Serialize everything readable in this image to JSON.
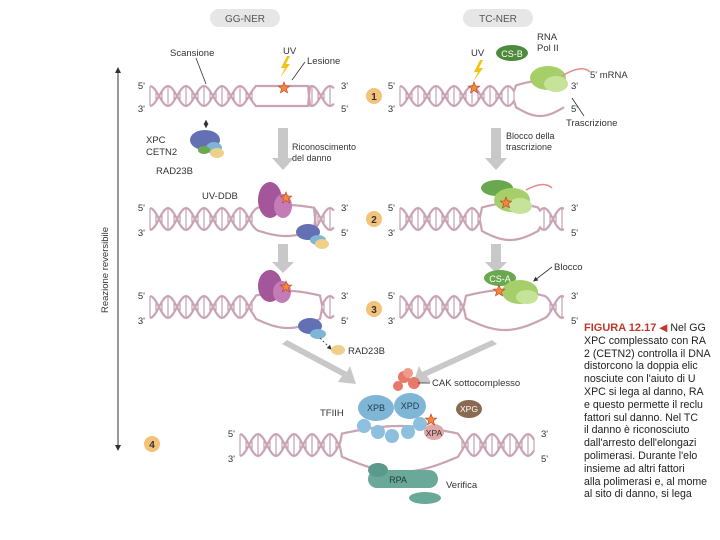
{
  "headers": {
    "gg_ner": "GG-NER",
    "tc_ner": "TC-NER"
  },
  "labels": {
    "scansione": "Scansione",
    "uv": "UV",
    "lesione": "Lesione",
    "rna_pol_1": "RNA",
    "rna_pol_2": "Pol II",
    "csb": "CS-B",
    "mrna": "5' mRNA",
    "trascrizione": "Trascrizione",
    "xpc": "XPC",
    "cetn2": "CETN2",
    "rad23b": "RAD23B",
    "riconoscimento_1": "Riconoscimento",
    "riconoscimento_2": "del danno",
    "blocco_tras_1": "Blocco della",
    "blocco_tras_2": "trascrizione",
    "uv_ddb": "UV-DDB",
    "csa": "CS-A",
    "blocco": "Blocco",
    "cak": "CAK sottocomplesso",
    "tfiih": "TFIIH",
    "xpb": "XPB",
    "xpd": "XPD",
    "xpg": "XPG",
    "xpa": "XPA",
    "rpa": "RPA",
    "verifica": "Verifica",
    "reazione": "Reazione reversibile"
  },
  "ends": {
    "five": "5'",
    "three": "3'"
  },
  "steps": [
    "1",
    "2",
    "3",
    "4"
  ],
  "caption": {
    "heading": "FIGURA 12.17",
    "lines": [
      " Nel GG",
      "XPC complessato con RA",
      "2 (CETN2) controlla il DNA",
      "distorcono la doppia elic",
      "nosciute con l'aiuto di U",
      "XPC si lega al danno, RA",
      "e questo permette il reclu",
      "fattori sul danno. Nel TC",
      "il danno è riconosciuto",
      "dall'arresto dell'elongazi",
      "polimerasi. Durante l'elo",
      "insieme ad altri fattori",
      "alla polimerasi e, al mome",
      "al sito di danno, si lega"
    ]
  },
  "colors": {
    "dna_strand": "#c9a3b3",
    "dna_rung": "#b98ea3",
    "arrow": "#c8c8c8",
    "xpc": "#6470b4",
    "cetn2": "#e9c36a",
    "rad23b": "#efd08a",
    "uv_ddb": "#a3569a",
    "pol2": "#a6cf6a",
    "csb": "#4f8a3c",
    "csa": "#6aa84f",
    "tfiih": "#7fb6d6",
    "cak": "#e8786a",
    "xpg": "#8b6a52",
    "xpa": "#e0a8a8",
    "rpa": "#6aa89a",
    "lesion": "#f08a3a",
    "uv_bolt": "#f2c418",
    "step_badge": "#f5c27a",
    "caption_red": "#c0392b"
  }
}
